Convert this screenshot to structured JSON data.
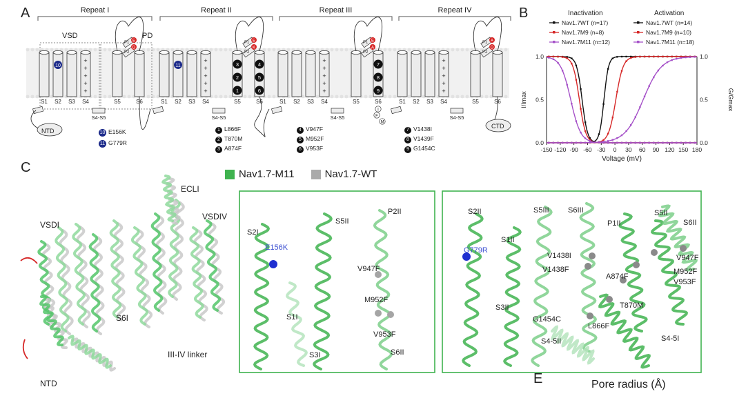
{
  "panels": {
    "a": "A",
    "b": "B",
    "c": "C",
    "e": "E"
  },
  "panel_a": {
    "repeats": [
      "Repeat I",
      "Repeat II",
      "Repeat III",
      "Repeat IV"
    ],
    "vsd": "VSD",
    "pd": "PD",
    "segments": [
      "S1",
      "S2",
      "S3",
      "S4",
      "S5",
      "S6"
    ],
    "linker": "S4-S5",
    "ntd": "NTD",
    "ctd": "CTD",
    "p_labels": [
      "P1",
      "P2"
    ],
    "filter_letters": [
      "E",
      "D",
      "E",
      "K",
      "E",
      "A",
      "D"
    ],
    "i_label": "I",
    "f_label": "F",
    "m_label": "M",
    "plus": "+",
    "vsd_mutations": [
      {
        "num": "10",
        "label": "E156K"
      },
      {
        "num": "11",
        "label": "G779R"
      }
    ],
    "mutations_ii": [
      {
        "num": "1",
        "label": "L866F"
      },
      {
        "num": "2",
        "label": "T870M"
      },
      {
        "num": "3",
        "label": "A874F"
      }
    ],
    "mutations_ii_b": [
      {
        "num": "4",
        "label": "V947F"
      },
      {
        "num": "5",
        "label": "M952F"
      },
      {
        "num": "6",
        "label": "V953F"
      }
    ],
    "mutations_iii": [
      {
        "num": "7",
        "label": "V1438I"
      },
      {
        "num": "8",
        "label": "V1439F"
      },
      {
        "num": "9",
        "label": "G1454C"
      }
    ]
  },
  "chart_data": {
    "type": "line",
    "xlabel": "Voltage (mV)",
    "ylabel_left": "I/Imax",
    "ylabel_right": "G/Gmax",
    "xlim": [
      -150,
      180
    ],
    "ylim": [
      0,
      1.0
    ],
    "x_ticks": [
      -150,
      -120,
      -90,
      -60,
      -30,
      0,
      30,
      60,
      90,
      120,
      150,
      180
    ],
    "y_ticks": [
      0.0,
      0.5,
      1.0
    ],
    "legend_headers": [
      "Inactivation",
      "Activation"
    ],
    "series": [
      {
        "name": "Nav1.7WT (n=17)",
        "group": "inactivation",
        "color": "#111111",
        "v_half": -72,
        "k": 6
      },
      {
        "name": "Nav1.7M9 (n=8)",
        "group": "inactivation",
        "color": "#d62828",
        "v_half": -78,
        "k": 7
      },
      {
        "name": "Nav1.7M11 (n=12)",
        "group": "inactivation",
        "color": "#a550c8",
        "v_half": -97,
        "k": 11
      },
      {
        "name": "Nav1.7WT (n=14)",
        "group": "activation",
        "color": "#111111",
        "v_half": -24,
        "k": 5
      },
      {
        "name": "Nav1.7M9 (n=10)",
        "group": "activation",
        "color": "#d62828",
        "v_half": 2,
        "k": 8
      },
      {
        "name": "Nav1.7M11 (n=18)",
        "group": "activation",
        "color": "#a550c8",
        "v_half": 62,
        "k": 20
      }
    ]
  },
  "panel_c": {
    "legend": [
      {
        "label": "Nav1.7-M11",
        "color": "#3fb34f"
      },
      {
        "label": "Nav1.7-WT",
        "color": "#aaaaaa"
      }
    ],
    "overview_labels": [
      "ECLI",
      "VSDI",
      "VSDIV",
      "S6I",
      "III-IV linker",
      "NTD"
    ],
    "inset1_labels": [
      "S2I",
      "S5II",
      "P2II",
      "E156K",
      "V947F",
      "S1I",
      "M952F",
      "V953F",
      "S3I",
      "S6II"
    ],
    "inset2_labels": [
      "S2II",
      "S5III",
      "S6III",
      "P1II",
      "S5II",
      "S6II",
      "G779R",
      "S1II",
      "V1438I",
      "V1438F",
      "V947F",
      "A874F",
      "M952F",
      "V953F",
      "T870M",
      "S3II",
      "G1454C",
      "L866F",
      "S4-5II",
      "S4-5I"
    ]
  },
  "panel_e": {
    "title": "Pore radius (Å)"
  }
}
